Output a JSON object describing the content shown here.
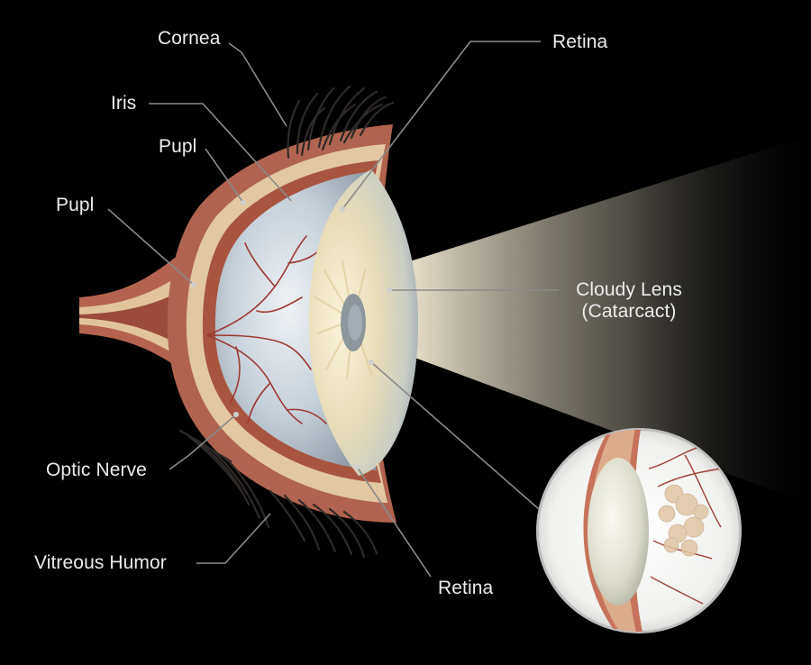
{
  "labels": {
    "cornea": "Cornea",
    "iris": "Iris",
    "pupil_upper": "Pupl",
    "pupil_lower": "Pupl",
    "retina_top": "Retina",
    "cloudy_lens_line1": "Cloudy Lens",
    "cloudy_lens_line2": "(Catarcact)",
    "optic_nerve": "Optic Nerve",
    "vitreous_humor": "Vitreous Humor",
    "retina_bottom": "Retina"
  },
  "colors": {
    "background": "#000000",
    "label_text": "#ececec",
    "leader_line": "#8a8a8a",
    "sclera_outer": "#b06450",
    "sclera_tan": "#e3c7a0",
    "eyeball": "#c9d3dc",
    "lens": "#e8dcc0",
    "blood_vessel": "#9c3a32",
    "lashes": "#2e2a28"
  },
  "icons": [
    "eye-cross-section",
    "light-beam",
    "magnified-lens-inset"
  ]
}
